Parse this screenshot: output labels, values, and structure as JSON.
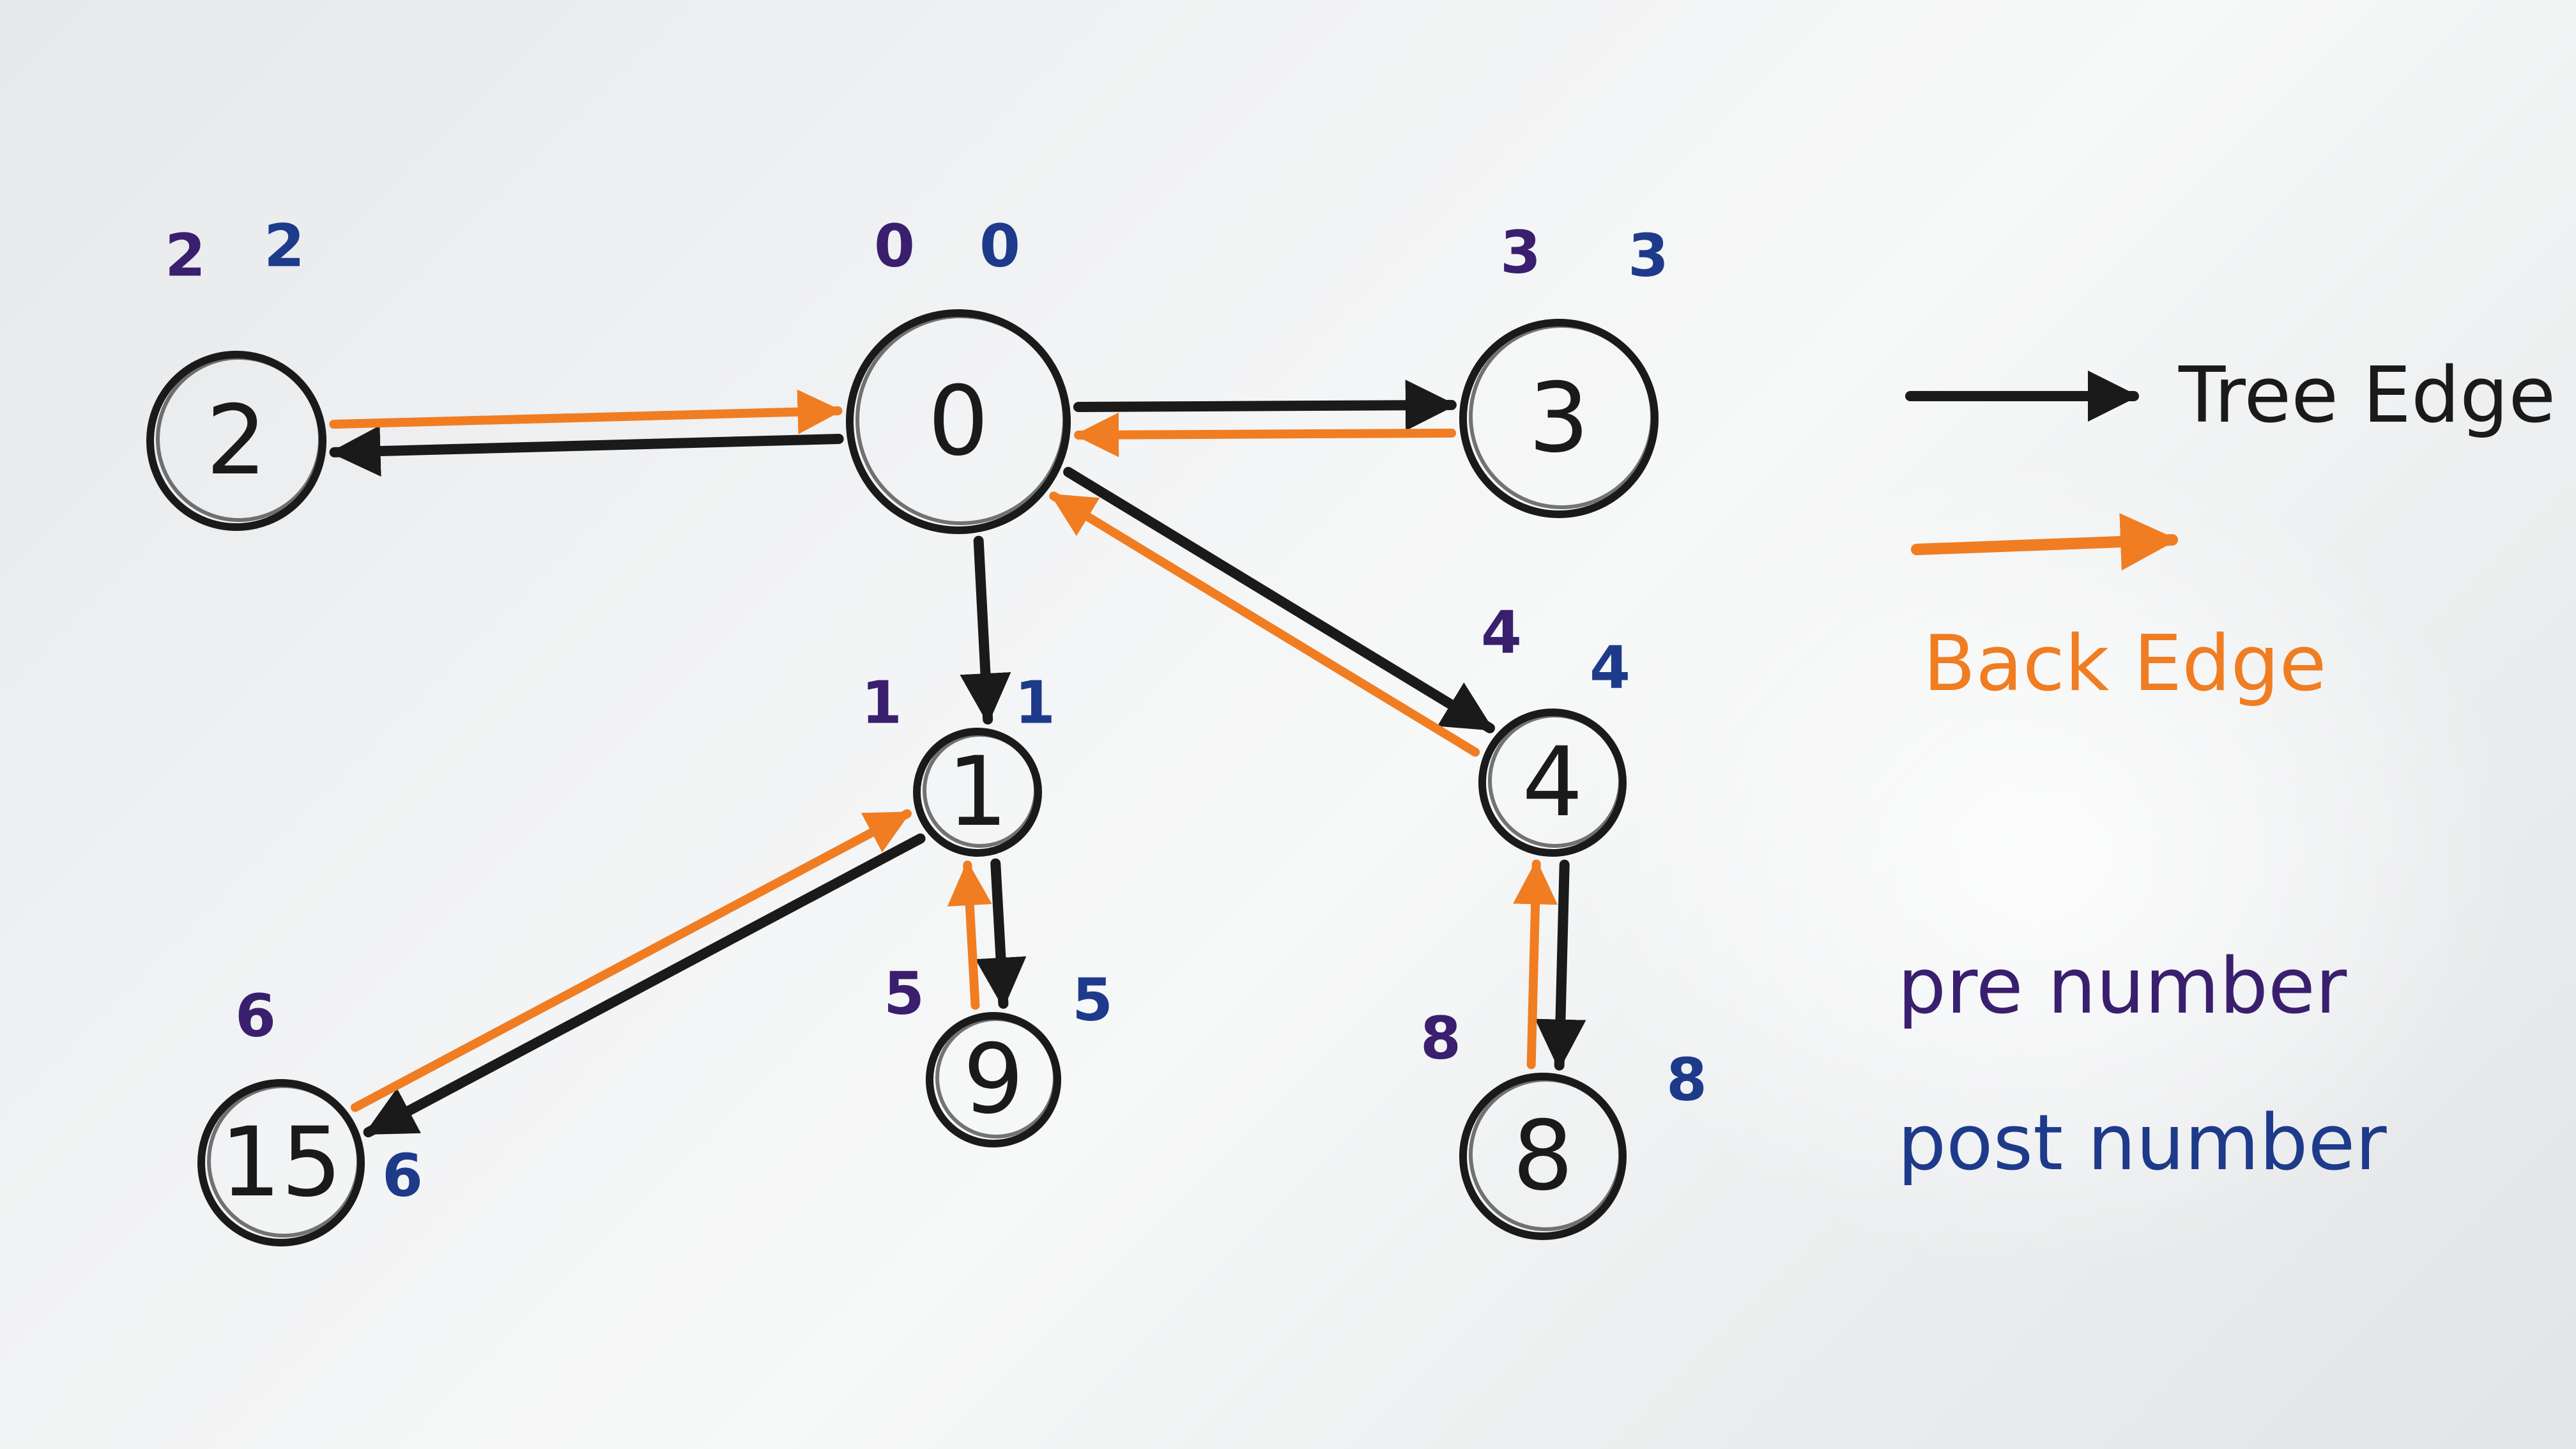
{
  "colors": {
    "tree_edge": "#1a1a1a",
    "back_edge": "#f07d22",
    "pre_number": "#3a1f6e",
    "post_number": "#1e3a8a",
    "node_outline": "#1a1a1a"
  },
  "nodes": [
    {
      "id": "2",
      "label": "2",
      "pre": "2",
      "post": "2"
    },
    {
      "id": "0",
      "label": "0",
      "pre": "0",
      "post": "0"
    },
    {
      "id": "3",
      "label": "3",
      "pre": "3",
      "post": "3"
    },
    {
      "id": "1",
      "label": "1",
      "pre": "1",
      "post": "1"
    },
    {
      "id": "4",
      "label": "4",
      "pre": "4",
      "post": "4"
    },
    {
      "id": "15",
      "label": "15",
      "pre": "6",
      "post": "6"
    },
    {
      "id": "9",
      "label": "9",
      "pre": "5",
      "post": "5"
    },
    {
      "id": "8",
      "label": "8",
      "pre": "8",
      "post": "8"
    }
  ],
  "tree_edges": [
    {
      "from": "0",
      "to": "2"
    },
    {
      "from": "0",
      "to": "3"
    },
    {
      "from": "0",
      "to": "1"
    },
    {
      "from": "0",
      "to": "4"
    },
    {
      "from": "1",
      "to": "15"
    },
    {
      "from": "1",
      "to": "9"
    },
    {
      "from": "4",
      "to": "8"
    }
  ],
  "back_edges": [
    {
      "from": "2",
      "to": "0"
    },
    {
      "from": "3",
      "to": "0"
    },
    {
      "from": "4",
      "to": "0"
    },
    {
      "from": "15",
      "to": "1"
    },
    {
      "from": "9",
      "to": "1"
    },
    {
      "from": "8",
      "to": "4"
    }
  ],
  "legend": {
    "tree_edge": "Tree Edge",
    "back_edge": "Back Edge",
    "pre_number": "pre number",
    "post_number": "post number"
  }
}
